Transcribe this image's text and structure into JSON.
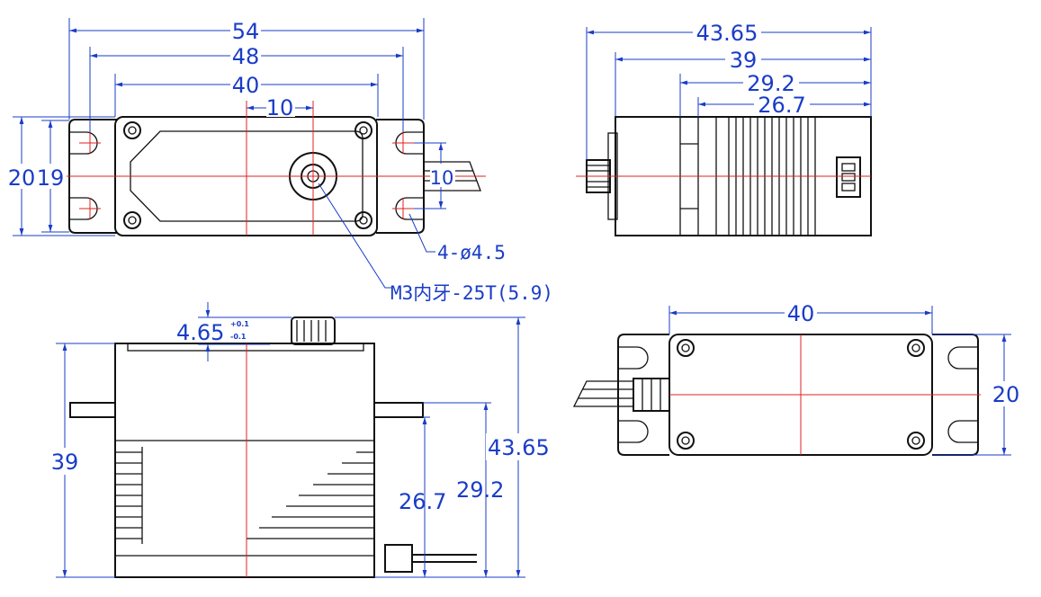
{
  "colors": {
    "dimension": "#1a3cc7",
    "centerline": "#e02020",
    "outline": "#111111"
  },
  "top_view": {
    "width_overall": "54",
    "mount_hole_spacing": "48",
    "body_width": "40",
    "output_offset": "10",
    "overall_height": "20",
    "mount_height": "19",
    "wire_spacing": "10",
    "hole_callout": "4-ø4.5",
    "spline_callout": "M3内牙-25T(5.9)"
  },
  "end_view": {
    "total_height": "43.65",
    "body_height": "39",
    "flange_top_height": "29.2",
    "flange_bottom_height": "26.7"
  },
  "side_view": {
    "spline_height": "4.65",
    "tol_plus": "+0.1",
    "tol_minus": "-0.1",
    "body_height": "39",
    "total_height": "43.65",
    "flange_top_height": "29.2",
    "flange_bottom_height": "26.7"
  },
  "bottom_view": {
    "body_width": "40",
    "body_depth": "20"
  }
}
